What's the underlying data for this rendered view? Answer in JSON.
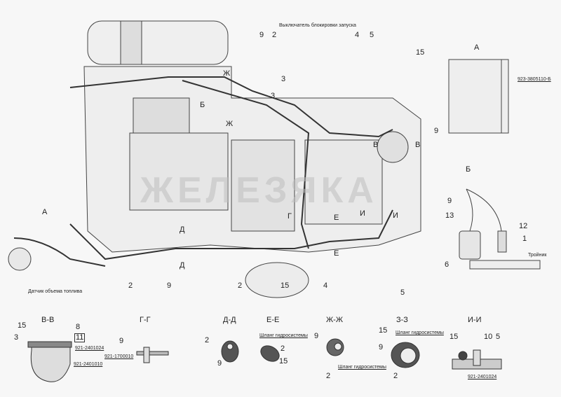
{
  "watermark": "ЖЕЛЕЗЯКА",
  "main_view": {
    "callouts": {
      "switch": "Выключатель блокировки запуска",
      "fuel_sensor": "Датчик объема топлива"
    },
    "numbers": [
      "9",
      "2",
      "3",
      "3",
      "4",
      "5",
      "15",
      "2",
      "9",
      "2",
      "15",
      "4",
      "5"
    ],
    "section_marks": {
      "a": "А",
      "b": "Б",
      "v1": "В",
      "v2": "В",
      "g": "Г",
      "d1": "Д",
      "d2": "Д",
      "e1": "Е",
      "e2": "Е",
      "zh": "Ж",
      "zh2": "Ж",
      "i1": "И",
      "i2": "И"
    }
  },
  "view_a": {
    "title": "А",
    "part": "923-3805110-Б",
    "number": "9"
  },
  "view_b": {
    "title": "Б",
    "numbers": [
      "9",
      "13",
      "12",
      "1",
      "6"
    ],
    "tee": "Тройник"
  },
  "sections": [
    {
      "title": "В-В",
      "numbers": [
        "15",
        "3",
        "8",
        "11"
      ],
      "parts": [
        "921-2401024",
        "921-2401010"
      ]
    },
    {
      "title": "Г-Г",
      "numbers": [
        "9"
      ],
      "parts": [
        "921-1700010"
      ]
    },
    {
      "title": "Д-Д",
      "numbers": [
        "2",
        "9"
      ]
    },
    {
      "title": "Е-Е",
      "numbers": [
        "2",
        "15"
      ],
      "hose": "Шланг гидросистемы"
    },
    {
      "title": "Ж-Ж",
      "numbers": [
        "9",
        "2"
      ],
      "hose": "Шланг гидросистемы"
    },
    {
      "title": "З-З",
      "numbers": [
        "15",
        "9",
        "2"
      ],
      "hose": "Шланг гидросистемы"
    },
    {
      "title": "И-И",
      "numbers": [
        "15",
        "10",
        "5"
      ],
      "parts": [
        "921-2401024"
      ]
    }
  ]
}
